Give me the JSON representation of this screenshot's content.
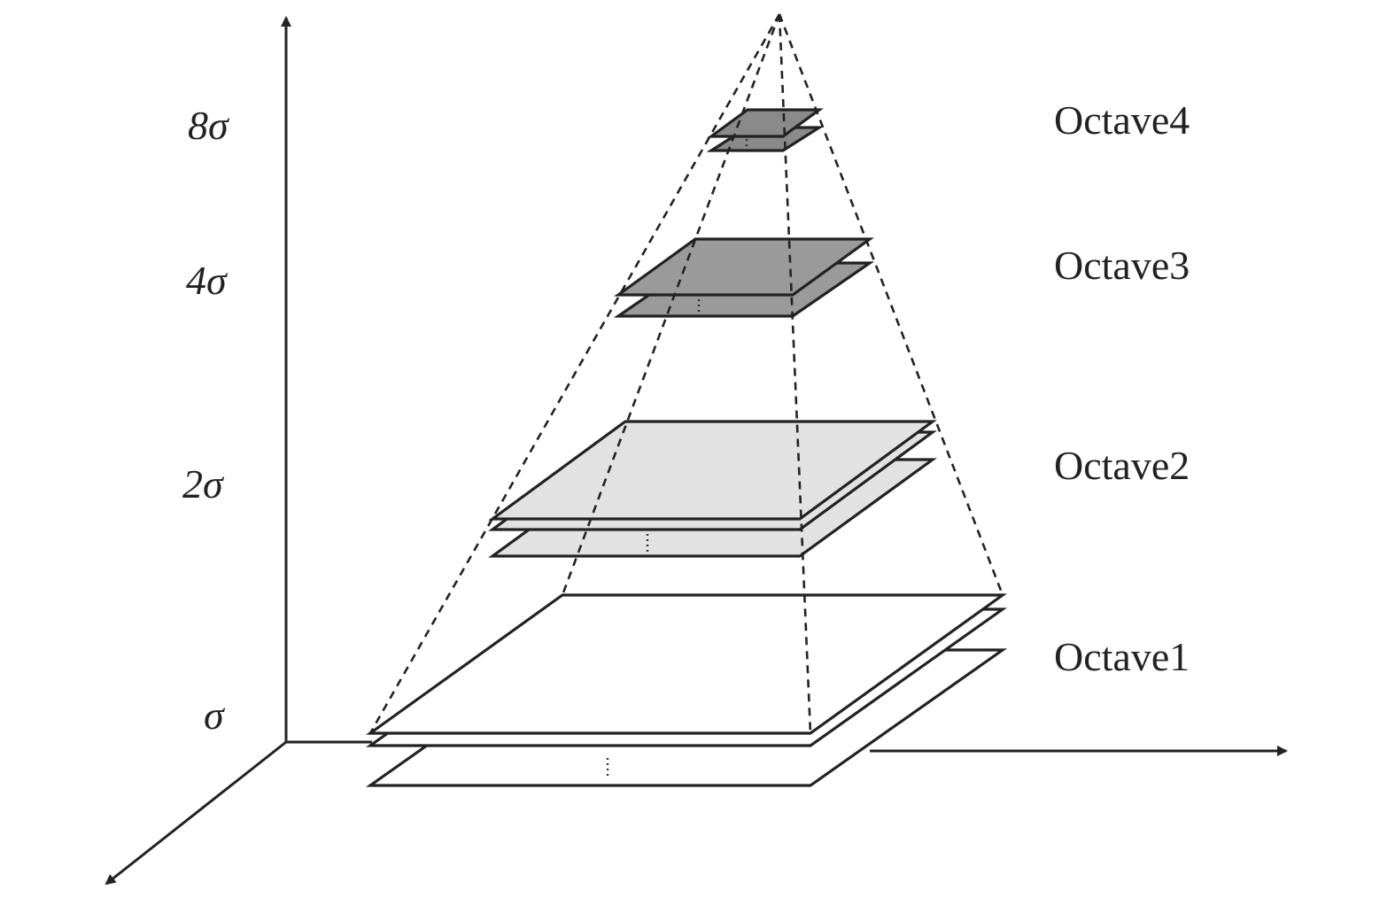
{
  "scale_labels": [
    "σ",
    "2σ",
    "4σ",
    "8σ"
  ],
  "octave_labels": [
    "Octave1",
    "Octave2",
    "Octave3",
    "Octave4"
  ],
  "colors": {
    "octave1_fill": "#ffffff",
    "octave2_fill": "#e2e2e2",
    "octave3_fill": "#9a9a9a",
    "octave4_fill": "#8a8a8a",
    "line": "#222222"
  }
}
